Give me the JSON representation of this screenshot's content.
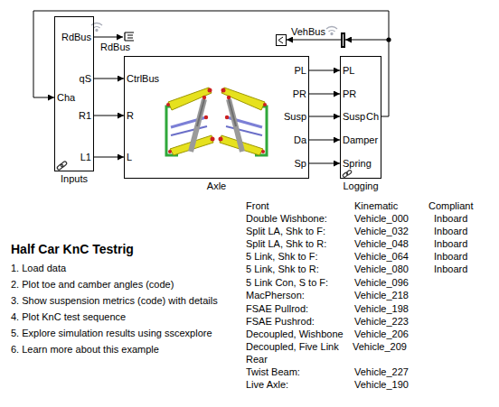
{
  "diagram": {
    "title": "Half Car KnC Testrig",
    "nodes": [
      {
        "text": [
          "Inputs"
        ]
      },
      {
        "text": [
          "RdBus"
        ]
      },
      {
        "text": [
          "Axle"
        ]
      },
      {
        "text": [
          "Logging"
        ]
      }
    ],
    "edges": [
      {
        "from": 0,
        "to": 1,
        "arrow": "to"
      },
      {
        "from": 0,
        "to": 2,
        "arrow": "to"
      },
      {
        "from": 0,
        "to": 2,
        "arrow": "to"
      },
      {
        "from": 0,
        "to": 2,
        "arrow": "to"
      },
      {
        "from": 2,
        "to": 3,
        "arrow": "to"
      },
      {
        "from": 2,
        "to": 3,
        "arrow": "to"
      },
      {
        "from": 2,
        "to": 3,
        "arrow": "to"
      },
      {
        "from": 2,
        "to": 3,
        "arrow": "to"
      },
      {
        "from": 2,
        "to": 3,
        "arrow": "to"
      },
      {
        "from": 3,
        "to": 0,
        "arrow": "to"
      }
    ],
    "labels": [
      "RdBus",
      "qS",
      "R1",
      "L1",
      "Cha",
      "CtrlBus",
      "R",
      "L",
      "PL",
      "PR",
      "Susp",
      "Da",
      "Sp",
      "PL",
      "PR",
      "Susp",
      "Damper",
      "Spring",
      "Ch",
      "VehBus",
      "1. Load data",
      "2. Plot toe and camber angles (code)",
      "3. Show suspension metrics (code) with details",
      "4. Plot KnC test sequence",
      "5. Explore simulation results using sscexplore",
      "6. Learn more about this example",
      "Front",
      "Kinematic",
      "Compliant",
      "Double Wishbone:",
      "Vehicle_000",
      "Inboard",
      "Split LA, Shk to F:",
      "Vehicle_032",
      "Inboard",
      "Split LA, Shk to R:",
      "Vehicle_048",
      "Inboard",
      "5 Link, Shk to F:",
      "Vehicle_064",
      "Inboard",
      "5 Link, Shk to R:",
      "Vehicle_080",
      "Inboard",
      "5 Link Con, S to F:",
      "Vehicle_096",
      "MacPherson:",
      "Vehicle_218",
      "FSAE Pullrod:",
      "Vehicle_198",
      "FSAE Pushrod:",
      "Vehicle_223",
      "Decoupled, Wishbone",
      "Vehicle_206",
      "Decoupled, Five Link",
      "Vehicle_209",
      "Rear",
      "Twist Beam:",
      "Vehicle_227",
      "Live Axle:",
      "Vehicle_190"
    ]
  }
}
